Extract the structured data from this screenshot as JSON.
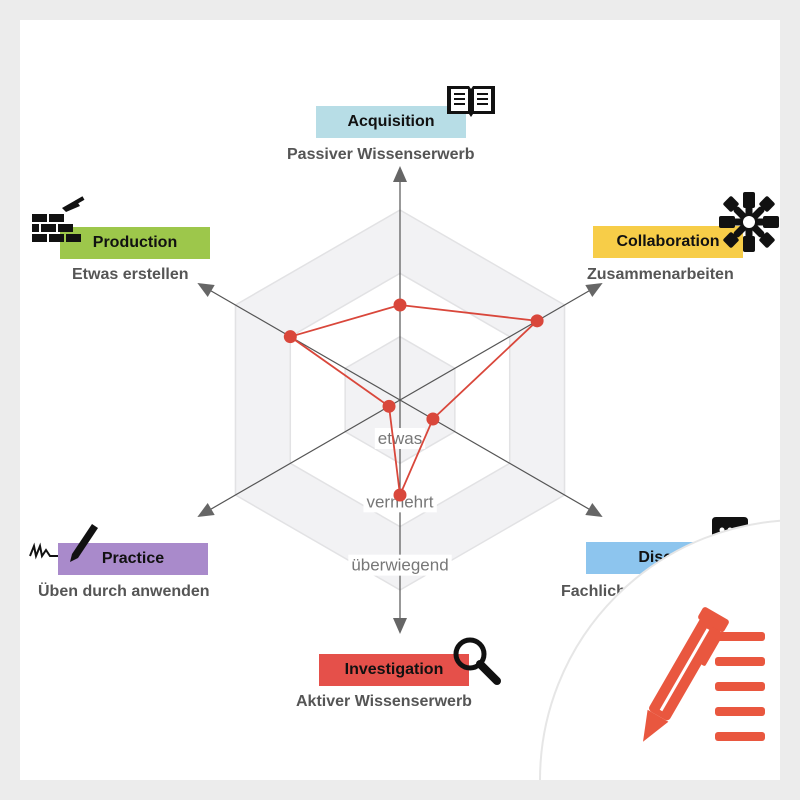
{
  "chart_data": {
    "type": "radar",
    "axes": [
      {
        "name": "Acquisition",
        "subtitle": "Passiver Wissenserwerb",
        "color": "#b7dde6"
      },
      {
        "name": "Collaboration",
        "subtitle": "Zusammenarbeiten",
        "color": "#f7cd48"
      },
      {
        "name": "Discussion",
        "subtitle": "Fachlichen",
        "color": "#8dc5ee"
      },
      {
        "name": "Investigation",
        "subtitle": "Aktiver Wissenserwerb",
        "color": "#e5504a"
      },
      {
        "name": "Practice",
        "subtitle": "Üben durch anwenden",
        "color": "#a98acb"
      },
      {
        "name": "Production",
        "subtitle": "Etwas erstellen",
        "color": "#9dc74b"
      }
    ],
    "levels": [
      "etwas",
      "vermehrt",
      "überwiegend"
    ],
    "max_level": 3,
    "values": [
      1.5,
      2.5,
      0.6,
      1.5,
      0.2,
      2.0
    ],
    "series_color": "#d9473b",
    "ring_fill": "#f2f2f4",
    "ring_stroke": "#e2e2e4",
    "axis_color": "#555555"
  },
  "icons": {
    "acquisition": "open-book-icon",
    "collaboration": "team-hands-icon",
    "discussion": "chat-bubbles-icon",
    "investigation": "magnifier-icon",
    "practice": "pen-signature-icon",
    "production": "brick-wall-trowel-icon",
    "corner": "pen-list-icon"
  },
  "colors": {
    "corner_accent": "#e9573f"
  }
}
